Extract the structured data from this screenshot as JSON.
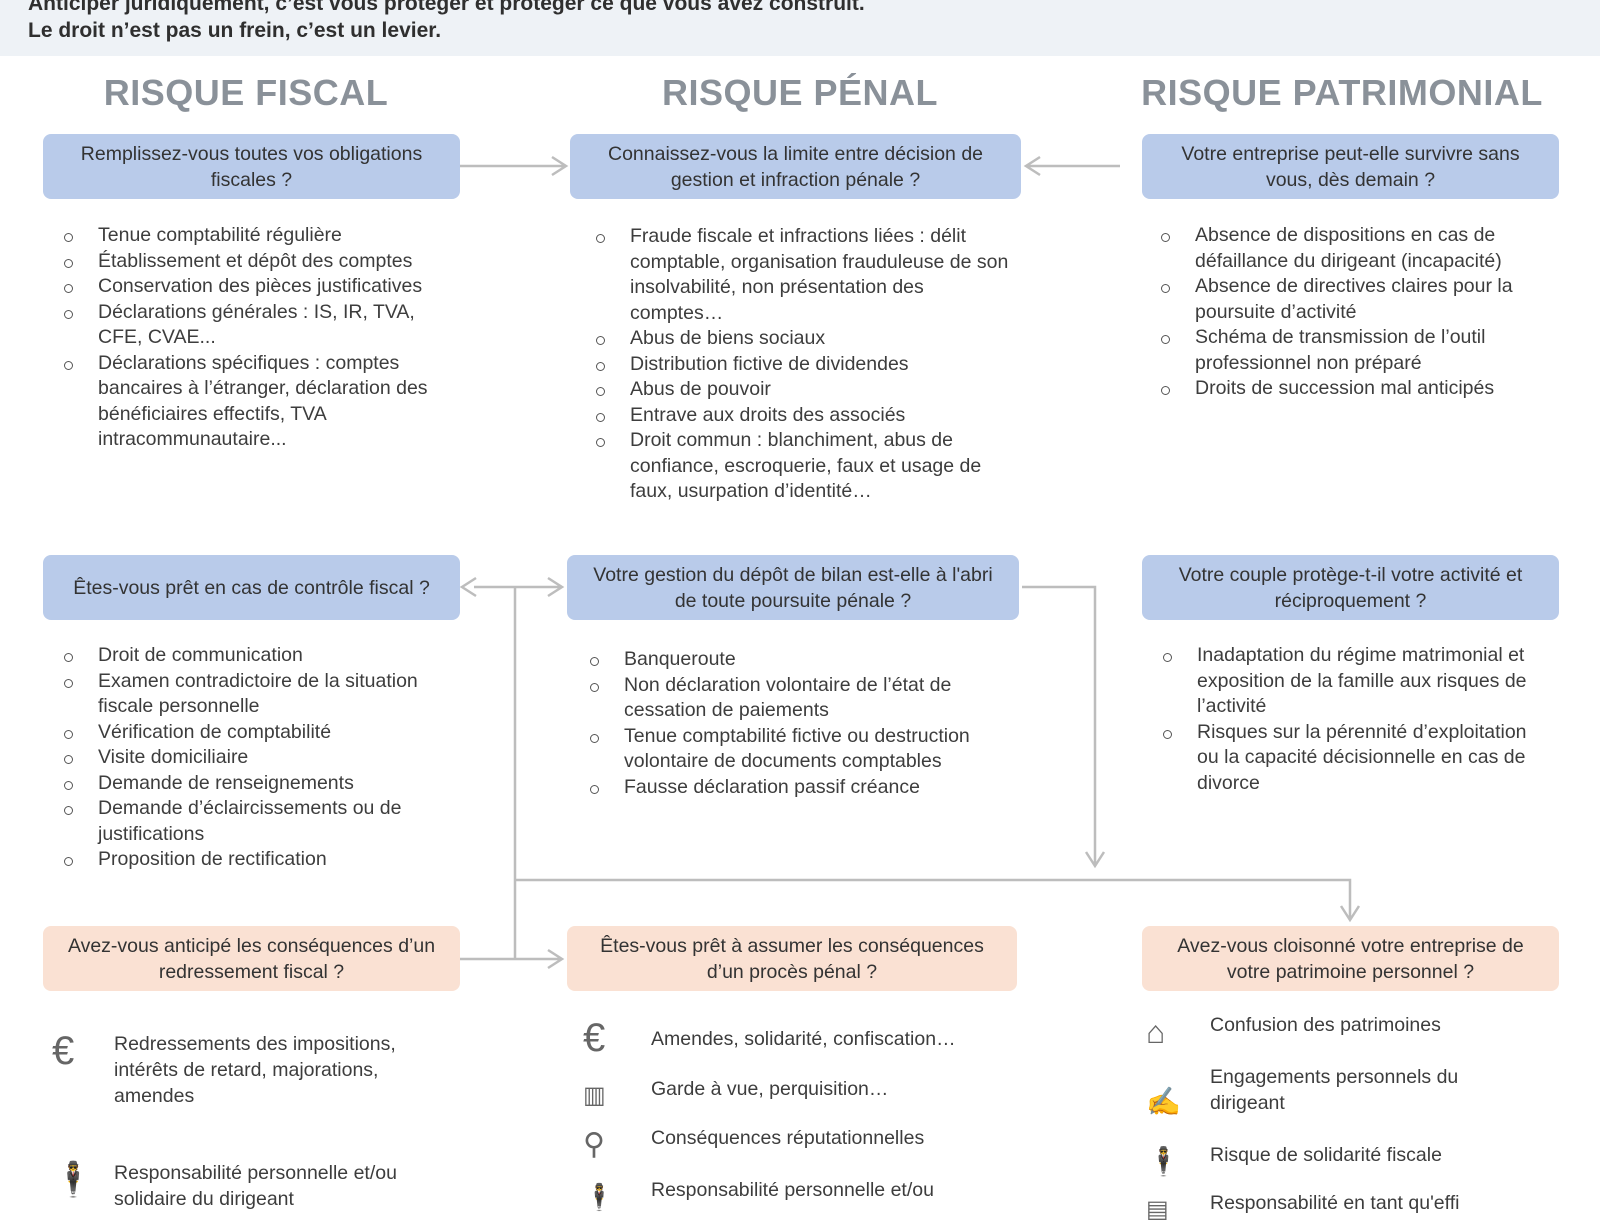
{
  "banner": {
    "line1": "Anticiper juridiquement, c’est vous protéger et protéger ce que vous avez construit.",
    "line2": "Le droit n’est pas un frein, c’est un levier."
  },
  "columns": [
    {
      "heading": "RISQUE FISCAL",
      "q1": "Remplissez-vous toutes vos obligations fiscales ?",
      "list1": [
        "Tenue comptabilité régulière",
        "Établissement et dépôt des comptes",
        "Conservation des pièces justificatives",
        "Déclarations générales : IS, IR, TVA, CFE, CVAE...",
        "Déclarations spécifiques : comptes bancaires à l’étranger, déclaration des bénéficiaires effectifs, TVA intracommunautaire..."
      ],
      "q2": "Êtes-vous prêt en cas de contrôle fiscal ?",
      "list2": [
        "Droit de communication",
        "Examen contradictoire de la situation fiscale personnelle",
        "Vérification de comptabilité",
        "Visite domiciliaire",
        "Demande de renseignements",
        "Demande d’éclaircissements ou de justifications",
        "Proposition de rectification"
      ],
      "q3": "Avez-vous anticipé les conséquences d’un redressement fiscal ?",
      "consequences": [
        {
          "icon": "euro-icon",
          "text": "Redressements des impositions, intérêts de retard, majorations, amendes"
        },
        {
          "icon": "person-icon",
          "text": "Responsabilité personnelle et/ou solidaire du dirigeant"
        }
      ]
    },
    {
      "heading": "RISQUE PÉNAL",
      "q1": "Connaissez-vous la limite entre décision de gestion et infraction pénale ?",
      "list1": [
        "Fraude fiscale et infractions liées : délit comptable, organisation frauduleuse de son insolvabilité, non présentation des comptes…",
        "Abus de biens sociaux",
        "Distribution fictive de dividendes",
        "Abus de pouvoir",
        "Entrave aux droits des associés",
        "Droit commun : blanchiment, abus de confiance, escroquerie, faux et usage de faux, usurpation d’identité…"
      ],
      "q2": "Votre gestion du dépôt de bilan est-elle à l'abri de toute poursuite pénale ?",
      "list2": [
        "Banqueroute",
        "Non déclaration volontaire de l’état de cessation de paiements",
        "Tenue comptabilité fictive ou destruction volontaire de documents comptables",
        "Fausse déclaration passif créance"
      ],
      "q3": "Êtes-vous prêt à assumer les conséquences d’un procès pénal ?",
      "consequences": [
        {
          "icon": "euro-icon",
          "text": "Amendes, solidarité, confiscation…"
        },
        {
          "icon": "prison-bars-icon",
          "text": "Garde à vue, perquisition…"
        },
        {
          "icon": "magnifier-icon",
          "text": "Conséquences réputationnelles"
        },
        {
          "icon": "person-icon",
          "text": "Responsabilité personnelle et/ou"
        }
      ]
    },
    {
      "heading": "RISQUE PATRIMONIAL",
      "q1": "Votre entreprise peut-elle survivre sans vous, dès demain ?",
      "list1": [
        "Absence de dispositions en cas de défaillance du dirigeant (incapacité)",
        "Absence de directives claires pour la poursuite d’activité",
        "Schéma de transmission de l’outil professionnel non préparé",
        "Droits de succession mal anticipés"
      ],
      "q2": "Votre couple protège-t-il votre activité et réciproquement ?",
      "list2": [
        "Inadaptation du régime matrimonial et exposition de la famille aux risques de l’activité",
        "Risques sur la pérennité d’exploitation ou la capacité décisionnelle en cas de divorce"
      ],
      "q3": "Avez-vous cloisonné votre entreprise de votre patrimoine personnel ?",
      "consequences": [
        {
          "icon": "house-icon",
          "text": "Confusion des patrimoines"
        },
        {
          "icon": "signature-icon",
          "text": "Engagements personnels du dirigeant"
        },
        {
          "icon": "person-icon",
          "text": "Risque de solidarité fiscale"
        },
        {
          "icon": "document-icon",
          "text": "Responsabilité en tant qu'effi"
        }
      ]
    }
  ],
  "colors": {
    "blue": "#b9cbea",
    "peach": "#fae1d3",
    "heading": "#8a9199"
  }
}
